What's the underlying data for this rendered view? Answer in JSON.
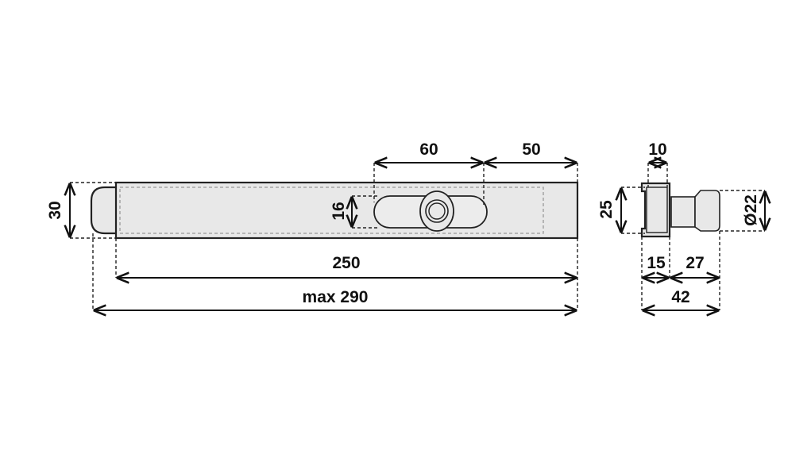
{
  "drawing": {
    "front_view": {
      "height_dim": "30",
      "slot_height_dim": "16",
      "slot_length_dim": "60",
      "slot_to_end_dim": "50",
      "body_length_dim": "250",
      "max_length_dim": "max 290"
    },
    "side_view": {
      "bracket_inner_dim": "10",
      "bracket_height_dim": "25",
      "knob_diameter_dim": "Ø22",
      "bracket_depth_dim": "15",
      "knob_length_dim": "27",
      "total_depth_dim": "42"
    }
  }
}
